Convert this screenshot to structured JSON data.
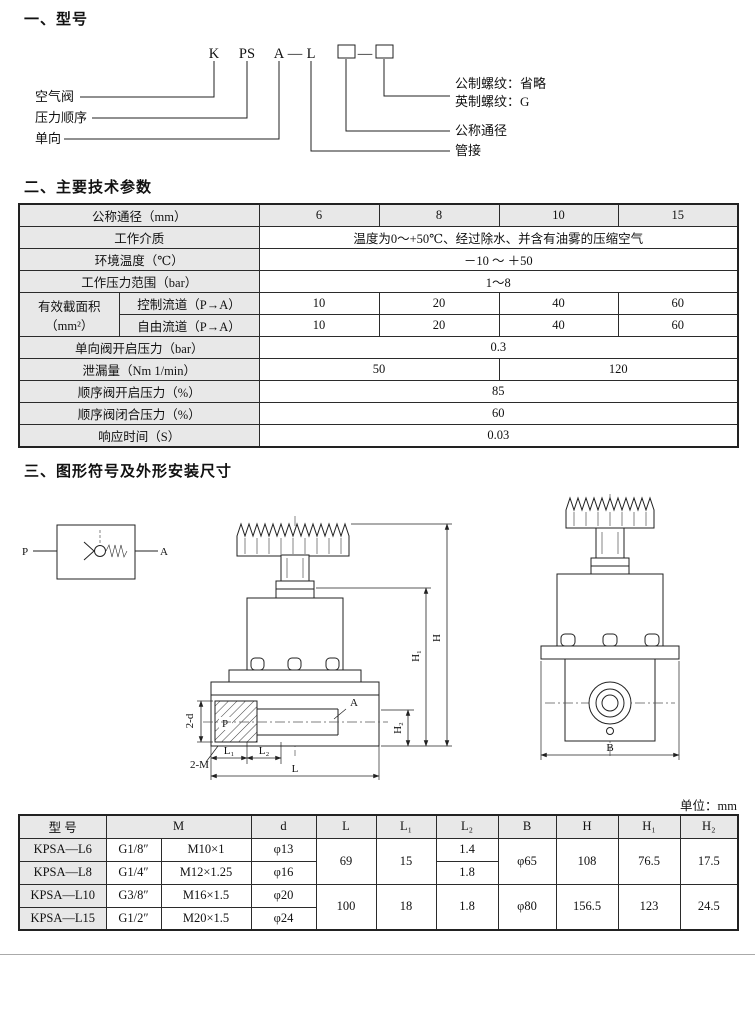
{
  "page": {
    "s1_title": "一、型号",
    "s2_title": "二、主要技术参数",
    "s3_title": "三、图形符号及外形安装尺寸",
    "unit_note": "单位：mm"
  },
  "model_code": {
    "k": "K",
    "ps": "PS",
    "a": "A",
    "dash1": "—",
    "l": "L",
    "dash2": "—",
    "left_labels": [
      "空气阀",
      "压力顺序",
      "单向"
    ],
    "right_labels": [
      "公制螺纹：省略",
      "英制螺纹：G",
      "公称通径",
      "管接"
    ]
  },
  "params": {
    "r1": {
      "h": "公称通径（mm）",
      "c": [
        "6",
        "8",
        "10",
        "15"
      ]
    },
    "r2": {
      "h": "工作介质",
      "v": "温度为0～+50℃、经过除水、并含有油雾的压缩空气"
    },
    "r3": {
      "h": "环境温度（℃）",
      "v": "－10 ～ ＋50"
    },
    "r4": {
      "h": "工作压力范围（bar）",
      "v": "1～8"
    },
    "r5": {
      "h": "有效截面积（mm²）",
      "h2": "控制流道（P→A）",
      "c": [
        "10",
        "20",
        "40",
        "60"
      ]
    },
    "r6": {
      "h2": "自由流道（P→A）",
      "c": [
        "10",
        "20",
        "40",
        "60"
      ]
    },
    "r7": {
      "h": "单向阀开启压力（bar）",
      "v": "0.3"
    },
    "r8": {
      "h": "泄漏量（Nm 1/min）",
      "v1": "50",
      "v2": "120"
    },
    "r9": {
      "h": "顺序阀开启压力（%）",
      "v": "85"
    },
    "r10": {
      "h": "顺序阀闭合压力（%）",
      "v": "60"
    },
    "r11": {
      "h": "响应时间（S）",
      "v": "0.03"
    }
  },
  "drawing": {
    "symbol": {
      "p": "P",
      "a": "A"
    },
    "front": {
      "p": "P",
      "a": "A",
      "h": "H",
      "h1": "H₁",
      "h2": "H₂",
      "l": "L",
      "l1": "L₁",
      "l2": "L₂",
      "two_d": "2-d",
      "two_m": "2-M"
    },
    "side": {
      "b": "B"
    }
  },
  "dims": {
    "headers": {
      "model": "型  号",
      "m": "M",
      "d": "d",
      "l": "L",
      "l1": "L₁",
      "l2": "L₂",
      "b": "B",
      "h": "H",
      "h1": "H₁",
      "h2": "H₂"
    },
    "rows": [
      {
        "model": "KPSA—L6",
        "thread": "G1/8″",
        "spec": "M10×1",
        "d": "φ13",
        "l2": "1.4"
      },
      {
        "model": "KPSA—L8",
        "thread": "G1/4″",
        "spec": "M12×1.25",
        "d": "φ16",
        "l2": "1.8"
      },
      {
        "model": "KPSA—L10",
        "thread": "G3/8″",
        "spec": "M16×1.5",
        "d": "φ20"
      },
      {
        "model": "KPSA—L15",
        "thread": "G1/2″",
        "spec": "M20×1.5",
        "d": "φ24"
      }
    ],
    "group1": {
      "l": "69",
      "l1": "15",
      "b": "φ65",
      "h": "108",
      "h1": "76.5",
      "h2": "17.5"
    },
    "group2": {
      "l": "100",
      "l1": "18",
      "l2": "1.8",
      "b": "φ80",
      "h": "156.5",
      "h1": "123",
      "h2": "24.5"
    }
  }
}
